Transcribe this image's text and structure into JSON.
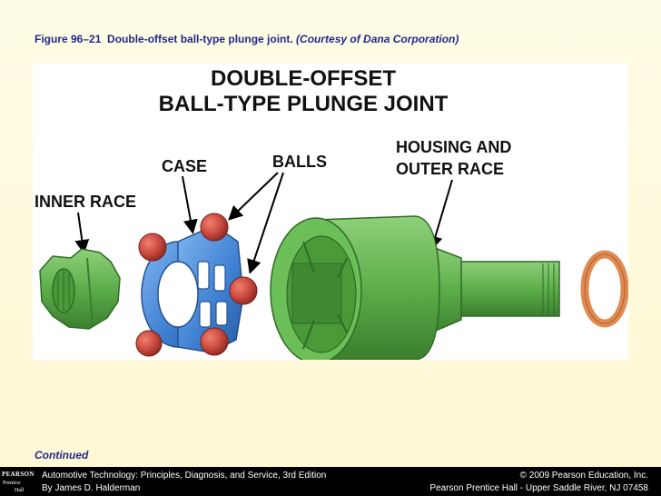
{
  "caption": {
    "figure_label": "Figure 96–21",
    "title": "Double-offset ball-type plunge joint.",
    "credit": "(Courtesy of Dana Corporation)"
  },
  "diagram": {
    "title_line1": "DOUBLE-OFFSET",
    "title_line2": "BALL-TYPE PLUNGE JOINT",
    "labels": {
      "case": "CASE",
      "balls": "BALLS",
      "inner_race": "INNER RACE",
      "housing_line1": "HOUSING AND",
      "housing_line2": "OUTER RACE"
    },
    "colors": {
      "green": "#5cae4a",
      "blue": "#3d7fd1",
      "red": "#c8473d",
      "ring": "#e08a52"
    }
  },
  "continued": "Continued",
  "footer": {
    "logo_line1": "PEARSON",
    "logo_line2": "Prentice",
    "logo_line3": "Hall",
    "book_title": "Automotive Technology: Principles, Diagnosis, and Service, 3rd Edition",
    "author": "By James D. Halderman",
    "copyright": "© 2009 Pearson Education, Inc.",
    "publisher": "Pearson Prentice Hall - Upper Saddle River, NJ 07458"
  }
}
